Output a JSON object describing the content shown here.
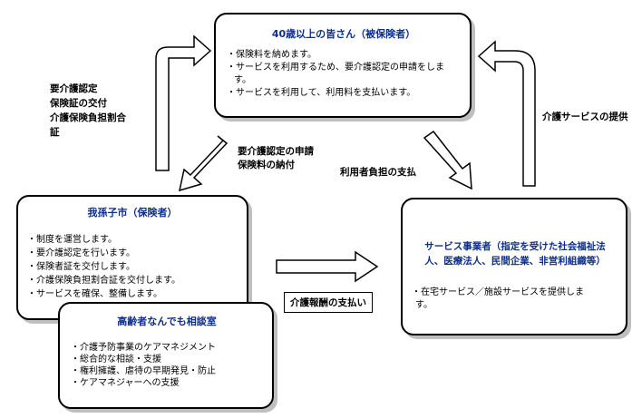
{
  "insured_box": {
    "title": "40歳以上の皆さん（被保険者）",
    "items": [
      "・保険料を納めます。",
      "・サービスを利用するため、要介護認定の申請をしま",
      "す。",
      "・サービスを利用して、利用料を支払います。"
    ]
  },
  "insurer_box": {
    "title": "我孫子市（保険者）",
    "items": [
      "・制度を運営します。",
      "・要介護認定を行います。",
      "・保険者証を交付します。",
      "・介護保険負担割合証を交付します。",
      "・サービスを確保、整備します。"
    ]
  },
  "consult_box": {
    "title": "高齢者なんでも相談室",
    "items": [
      "・介護予防事業のケアマネジメント",
      "・総合的な相談・支援",
      "・権利擁護、虐待の早期発見・防止",
      "・ケアマネジャーへの支援"
    ]
  },
  "provider_box": {
    "title_line1": "サービス事業者（指定を受けた社会福祉法",
    "title_line2": "人、医療法人、民間企業、非営利組織等）",
    "items": [
      "・在宅サービス／施設サービスを提供しま",
      "す。"
    ]
  },
  "labels": {
    "certification_lines": [
      "要介護認定",
      "保険証の交付",
      "介護保険負担割合",
      "証"
    ],
    "application_lines": [
      "要介護認定の申請",
      "保険料の納付"
    ],
    "user_payment": "利用者負担の支払",
    "service_provision": "介護サービスの提供",
    "remuneration": "介護報酬の支払い"
  }
}
